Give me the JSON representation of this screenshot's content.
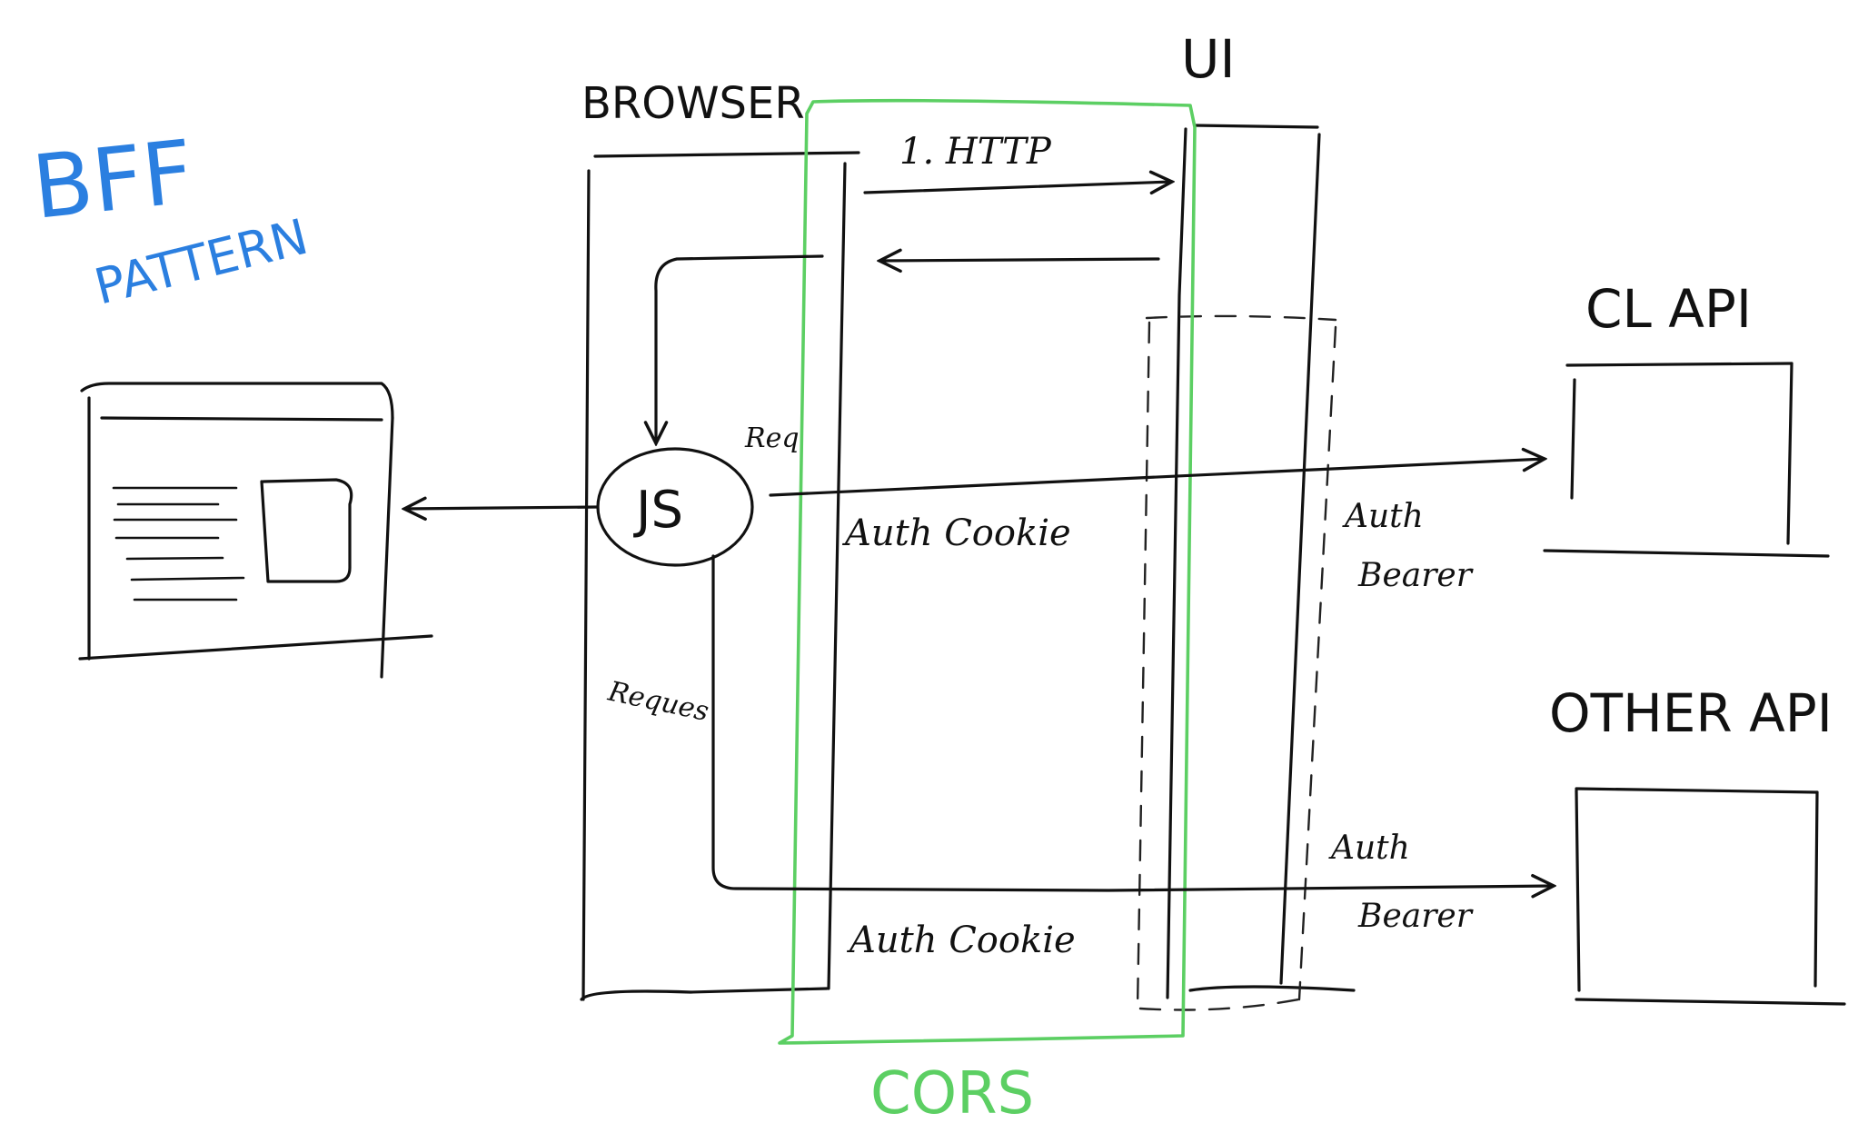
{
  "title": {
    "line1": "BFF",
    "line2": "PATTERN",
    "color": "#2b7fe0"
  },
  "nodes": {
    "browser": "BROWSER",
    "ui": "UI",
    "cl_api": "CL API",
    "other_api": "OTHER API",
    "js": "JS"
  },
  "edges": {
    "http": "1. HTTP",
    "req_top": "Req",
    "req_left": "Reques",
    "auth_cookie_top": "Auth Cookie",
    "auth_cookie_bottom": "Auth Cookie",
    "auth_bearer_top_1": "Auth",
    "auth_bearer_top_2": "Bearer",
    "auth_bearer_bottom_1": "Auth",
    "auth_bearer_bottom_2": "Bearer"
  },
  "cors": {
    "label": "CORS",
    "color": "#5ccf63"
  },
  "colors": {
    "ink": "#111111"
  }
}
